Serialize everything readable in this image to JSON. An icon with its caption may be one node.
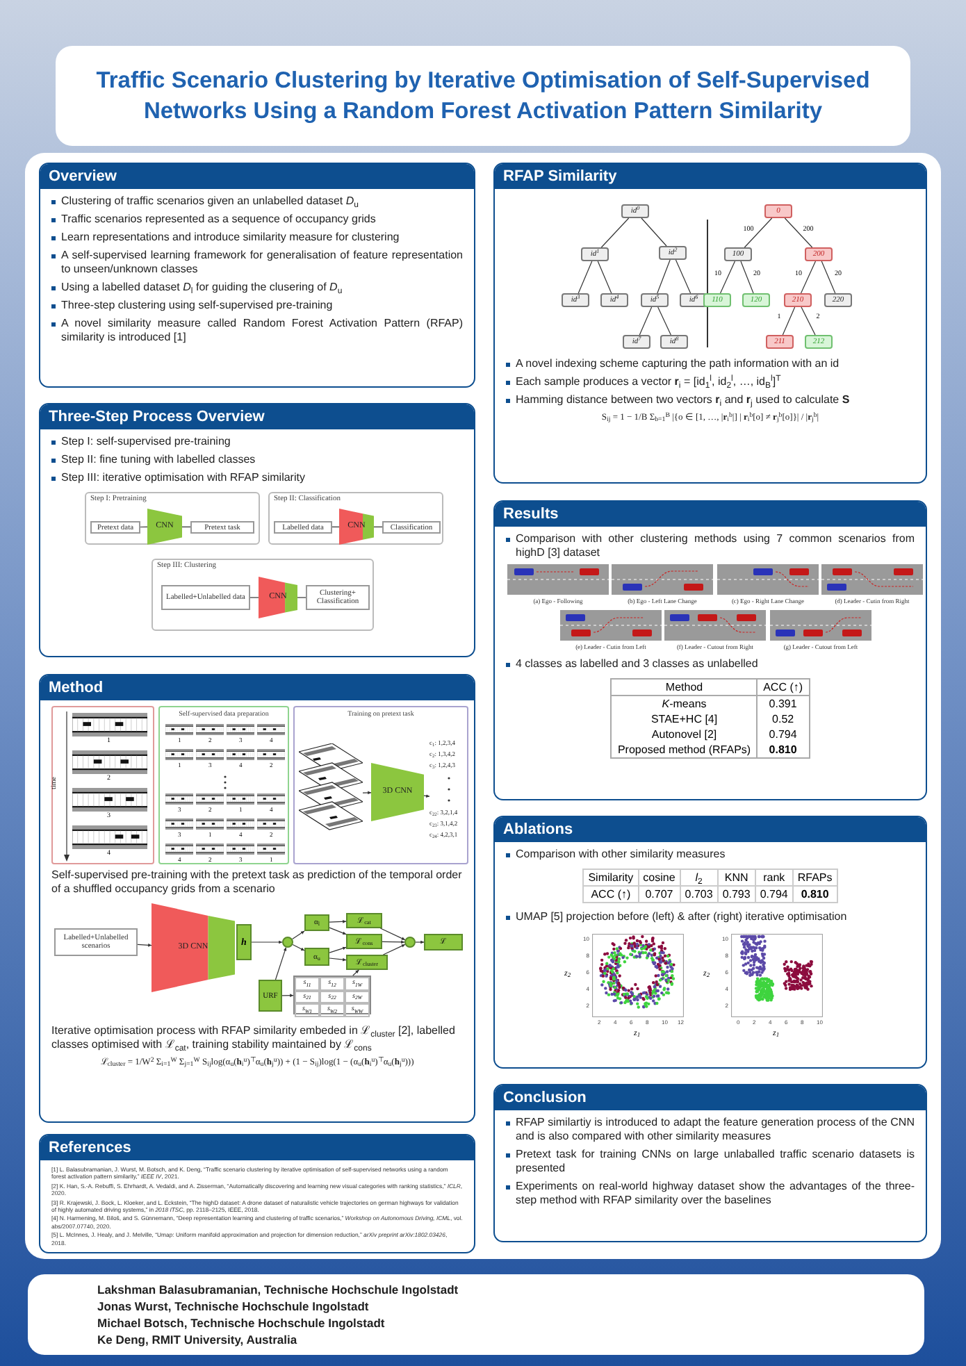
{
  "diagram": {
    "title": "Traffic Scenario Clustering by Iterative Optimisation of Self-Supervised Networks Using a Random Forest Activation Pattern Similarity",
    "nodes": [
      {
        "text": [
          "Overview",
          "Clustering of traffic scenarios given an unlabelled dataset *D*$_{u}$",
          "Traffic scenarios represented as a sequence of occupancy grids",
          "Learn representations and introduce similarity measure for clustering",
          "A self-supervised learning framework for generalisation of feature representation to unseen/unknown classes",
          "Using a labelled dataset *D*$_{l}$ for guiding the clusering of *D*$_{u}$",
          "Three-step clustering using self-supervised pre-training",
          "A novel similarity measure called Random Forest Activation Pattern (RFAP) similarity is introduced [1]"
        ]
      },
      {
        "text": [
          "Three-Step Process Overview",
          "Step I: self-supervised pre-training",
          "Step II: fine tuning with labelled classes",
          "Step III: iterative optimisation with RFAP similarity"
        ]
      },
      {
        "text": [
          "Step I: Pretraining"
        ],
        "in": 1
      },
      {
        "text": [
          "Pretext data"
        ],
        "in": 2
      },
      {
        "text": [
          "CNN"
        ],
        "in": 2
      },
      {
        "text": [
          "Pretext task"
        ],
        "in": 2
      },
      {
        "text": [
          "Step II: Classification"
        ],
        "in": 1
      },
      {
        "text": [
          "Labelled data"
        ],
        "in": 6
      },
      {
        "text": [
          "CNN"
        ],
        "in": 6
      },
      {
        "text": [
          "Classification"
        ],
        "in": 6
      },
      {
        "text": [
          "Step III: Clustering"
        ],
        "in": 1
      },
      {
        "text": [
          "Labelled+Unlabelled data"
        ],
        "in": 10
      },
      {
        "text": [
          "CNN"
        ],
        "in": 10
      },
      {
        "text": [
          "Clustering+ Classification"
        ],
        "in": 10
      },
      {
        "text": [
          "Method",
          "Self-supervised pre-training with the pretext task as prediction of the temporal order of a shuffled occupancy grids from a scenario",
          "Iterative optimisation process with RFAP similarity embeded in ℒ$_{cluster}$ [2], labelled classes optimised with ℒ$_{cat}$, training stability maintained by ℒ$_{cons}$",
          "ℒ$_{cluster}$ = 1/W$^{2}$ Σ$_{i=1}$$^{W}$ Σ$_{j=1}$$^{W}$ S$_{ij}$log(α$_{u}$(**h**$_{i}$$^{u}$)$^{⊤}$α$_{u}$(**h**$_{j}$$^{u}$)) + (1 − S$_{ij}$)log(1 − (α$_{u}$(**h**$_{i}$$^{u}$)$^{⊤}$α$_{u}$(**h**$_{j}$$^{u}$)))"
        ]
      },
      {
        "text": [],
        "shape": "box",
        "in": 14
      },
      {
        "text": [
          "Self-supervised data preparation"
        ],
        "in": 14
      },
      {
        "text": [
          "Training on pretext task"
        ],
        "in": 14
      },
      {
        "text": [],
        "shape": "picture",
        "in": 17
      },
      {
        "text": [
          "3D CNN"
        ],
        "in": 17
      },
      {
        "text": [
          "c$_{1}$: 1,2,3,4",
          "c$_{2}$: 1,3,4,2",
          "c$_{3}$: 1,2,4,3",
          "c$_{22}$: 3,2,1,4",
          "c$_{23}$: 3,1,4,2",
          "c$_{24}$: 4,2,3,1"
        ],
        "in": 17
      },
      {
        "text": [
          "Labelled+Unlabelled scenarios"
        ],
        "in": 14
      },
      {
        "text": [
          "3D CNN"
        ],
        "in": 14
      },
      {
        "text": [
          "h"
        ],
        "in": 14
      },
      {
        "text": [],
        "shape": "circle",
        "in": 14
      },
      {
        "text": [
          "α$_{l}$"
        ],
        "in": 14
      },
      {
        "text": [
          "α$_{u}$"
        ],
        "in": 14
      },
      {
        "text": [
          "URF"
        ],
        "in": 14
      },
      {
        "text": [
          "s$_{11}$",
          "s$_{12}$",
          "s$_{1W}$",
          "s$_{21}$",
          "s$_{22}$",
          "s$_{2W}$",
          "s$_{W1}$",
          "s$_{W2}$",
          "s$_{WW}$"
        ],
        "in": 14
      },
      {
        "text": [
          "ℒ$_{cat}$"
        ],
        "in": 14
      },
      {
        "text": [
          "ℒ$_{cons}$"
        ],
        "in": 14
      },
      {
        "text": [
          "ℒ$_{cluster}$"
        ],
        "in": 14
      },
      {
        "text": [],
        "shape": "circle",
        "in": 14
      },
      {
        "text": [
          "ℒ"
        ],
        "in": 14
      },
      {
        "text": [
          "References",
          "[1] L. Balasubramanian, J. Wurst, M. Botsch, and K. Deng, “Traffic scenario clustering by iterative optimisation of self-supervised networks using a random forest activation pattern similarity,” *IEEE IV*, 2021.",
          "[2] K. Han, S.-A. Rebuffi, S. Ehrhardt, A. Vedaldi, and A. Zisserman, “Automatically discovering and learning new visual categories with ranking statistics,” *ICLR*, 2020.",
          "[3] R. Krajewski, J. Bock, L. Kloeker, and L. Eckstein, “The highD dataset: A drone dataset of naturalistic vehicle trajectories on german highways for validation of highly automated driving systems,” in *2018 ITSC*, pp. 2118–2125, IEEE, 2018.",
          "[4] N. Harmening, M. Biloš, and S. Günnemann, “Deep representation learning and clustering of traffic scenarios,” *Workshop on Autonomous Driving, ICML*, vol. abs/2007.07740, 2020.",
          "[5] L. McInnes, J. Healy, and J. Melville, “Umap: Uniform manifold approximation and projection for dimension reduction,” *arXiv preprint arXiv:1802.03426*, 2018."
        ]
      },
      {
        "text": [
          "RFAP Similarity",
          "A novel indexing scheme capturing the path information with an id",
          "Each sample produces a vector **r**$_{i}$ = [id$_{1}$$^{l}$, id$_{2}$$^{l}$, …, id$_{B}$$^{l}$]$^{T}$",
          "Hamming distance between two vectors **r**$_{i}$ and **r**$_{j}$ used to calculate **S**",
          "S$_{ij}$ = 1 − 1/B Σ$_{b=1}$$^{B}$ |{o ∈ [1, …, |**r**$_{i}$$^{b}$|] | **r**$_{i}$$^{b}$[o] ≠ **r**$_{j}$$^{b}$[o]}| / |**r**$_{j}$$^{b}$|"
        ]
      },
      {
        "text": [
          "id$^{0}$"
        ],
        "in": 35
      },
      {
        "text": [
          "id$^{1}$"
        ],
        "in": 35
      },
      {
        "text": [
          "id$^{2}$"
        ],
        "in": 35
      },
      {
        "text": [
          "id$^{3}$"
        ],
        "in": 35
      },
      {
        "text": [
          "id$^{4}$"
        ],
        "in": 35
      },
      {
        "text": [
          "id$^{5}$"
        ],
        "in": 35
      },
      {
        "text": [
          "id$^{6}$"
        ],
        "in": 35
      },
      {
        "text": [
          "id$^{7}$"
        ],
        "in": 35
      },
      {
        "text": [
          "id$^{8}$"
        ],
        "in": 35
      },
      {
        "text": [
          "0"
        ],
        "in": 35
      },
      {
        "text": [
          "100"
        ],
        "in": 35
      },
      {
        "text": [
          "200"
        ],
        "in": 35
      },
      {
        "text": [
          "110"
        ],
        "in": 35
      },
      {
        "text": [
          "120"
        ],
        "in": 35
      },
      {
        "text": [
          "210"
        ],
        "in": 35
      },
      {
        "text": [
          "220"
        ],
        "in": 35
      },
      {
        "text": [
          "211"
        ],
        "in": 35
      },
      {
        "text": [
          "212"
        ],
        "in": 35
      },
      {
        "text": [
          "Results",
          "Comparison with other clustering methods using 7 common scenarios from highD [3] dataset",
          "4 classes as labelled and 3 classes as unlabelled"
        ]
      },
      {
        "text": [
          "Ablations",
          "Comparison with other similarity measures",
          "UMAP [5] projection before (left) & after (right) iterative optimisation"
        ]
      },
      {
        "text": [
          "Conclusion",
          "RFAP similartiy is introduced to adapt the feature generation process of the CNN and is also compared with other similarity measures",
          "Pretext task for training CNNs on large unlaballed traffic scenario datasets is presented",
          "Experiments on real-world highway dataset show the advantages of the three-step method with RFAP similarity over the baselines"
        ]
      },
      {
        "text": [
          "Lakshman Balasubramanian, Technische Hochschule Ingolstadt",
          "Jonas Wurst, Technische Hochschule Ingolstadt",
          "Michael Botsch, Technische Hochschule Ingolstadt",
          "Ke Deng, RMIT University, Australia"
        ]
      }
    ],
    "edges": [
      {
        "from": 3,
        "to": 4,
        "arrow": "none"
      },
      {
        "from": 4,
        "to": 5,
        "arrow": "none"
      },
      {
        "from": 7,
        "to": 8,
        "arrow": "none"
      },
      {
        "from": 8,
        "to": 9,
        "arrow": "none"
      },
      {
        "from": 11,
        "to": 12,
        "arrow": "none"
      },
      {
        "from": 12,
        "to": 13,
        "arrow": "none"
      },
      {
        "from": 18,
        "to": 19,
        "arrow": "to"
      },
      {
        "from": 19,
        "to": 20,
        "arrow": "to"
      },
      {
        "from": 21,
        "to": 22,
        "arrow": "to"
      },
      {
        "from": 23,
        "to": 24,
        "arrow": "to"
      },
      {
        "from": 24,
        "to": 25,
        "arrow": "to"
      },
      {
        "from": 24,
        "to": 26,
        "arrow": "to"
      },
      {
        "from": 27,
        "to": 24,
        "arrow": "to"
      },
      {
        "from": 27,
        "to": 28,
        "arrow": "to"
      },
      {
        "from": 25,
        "to": 29,
        "arrow": "to"
      },
      {
        "from": 25,
        "to": 30,
        "arrow": "to"
      },
      {
        "from": 26,
        "to": 30,
        "arrow": "to"
      },
      {
        "from": 26,
        "to": 31,
        "arrow": "to"
      },
      {
        "from": 28,
        "to": 31,
        "arrow": "to"
      },
      {
        "from": 29,
        "to": 32,
        "arrow": "to"
      },
      {
        "from": 30,
        "to": 32,
        "arrow": "to"
      },
      {
        "from": 31,
        "to": 32,
        "arrow": "to"
      },
      {
        "from": 32,
        "to": 33,
        "arrow": "to"
      },
      {
        "from": 36,
        "to": 37,
        "arrow": "none"
      },
      {
        "from": 36,
        "to": 38,
        "arrow": "none"
      },
      {
        "from": 37,
        "to": 39,
        "arrow": "none"
      },
      {
        "from": 37,
        "to": 40,
        "arrow": "none"
      },
      {
        "from": 38,
        "to": 41,
        "arrow": "none"
      },
      {
        "from": 38,
        "to": 42,
        "arrow": "none"
      },
      {
        "from": 41,
        "to": 43,
        "arrow": "none"
      },
      {
        "from": 41,
        "to": 44,
        "arrow": "none"
      },
      {
        "from": 45,
        "to": 46,
        "arrow": "none",
        "label": "100"
      },
      {
        "from": 45,
        "to": 47,
        "arrow": "none",
        "label": "200"
      },
      {
        "from": 46,
        "to": 48,
        "arrow": "none",
        "label": "10"
      },
      {
        "from": 46,
        "to": 49,
        "arrow": "none",
        "label": "20"
      },
      {
        "from": 47,
        "to": 50,
        "arrow": "none",
        "label": "10"
      },
      {
        "from": 47,
        "to": 51,
        "arrow": "none",
        "label": "20"
      },
      {
        "from": 50,
        "to": 52,
        "arrow": "none",
        "label": "1"
      },
      {
        "from": 50,
        "to": 53,
        "arrow": "none",
        "label": "2"
      }
    ],
    "labels": [
      "1",
      "2",
      "3",
      "4",
      "time",
      "1",
      "2",
      "3",
      "4",
      "1",
      "3",
      "4",
      "2",
      "3",
      "2",
      "1",
      "4",
      "3",
      "1",
      "4",
      "2",
      "4",
      "2",
      "3",
      "1",
      "(a) Ego - Following",
      "(b) Ego - Left Lane Change",
      "(c) Ego - Right Lane Change",
      "(d) Leader - Cutin from Right",
      "(e) Leader - Cutin from Left",
      "(f) Leader - Cutout from Right",
      "(g) Leader - Cutout from Left",
      "Method",
      "ACC (↑)",
      "*K*-means",
      "0.391",
      "STAE+HC [4]",
      "0.52",
      "Autonovel [2]",
      "0.794",
      "Proposed method (RFAPs)",
      "0.810",
      "Similarity",
      "cosine",
      "*l*$_{2}$",
      "KNN",
      "rank",
      "RFAPs",
      "ACC (↑)",
      "0.707",
      "0.703",
      "0.793",
      "0.794",
      "0.810",
      "2",
      "4",
      "6",
      "8",
      "10",
      "12",
      "10",
      "8",
      "6",
      "4",
      "2",
      "z$_{1}$",
      "z$_{2}$",
      "0",
      "2",
      "4",
      "6",
      "8",
      "10",
      "10",
      "8",
      "6",
      "4",
      "2",
      "z$_{1}$",
      "z$_{2}$"
    ]
  }
}
